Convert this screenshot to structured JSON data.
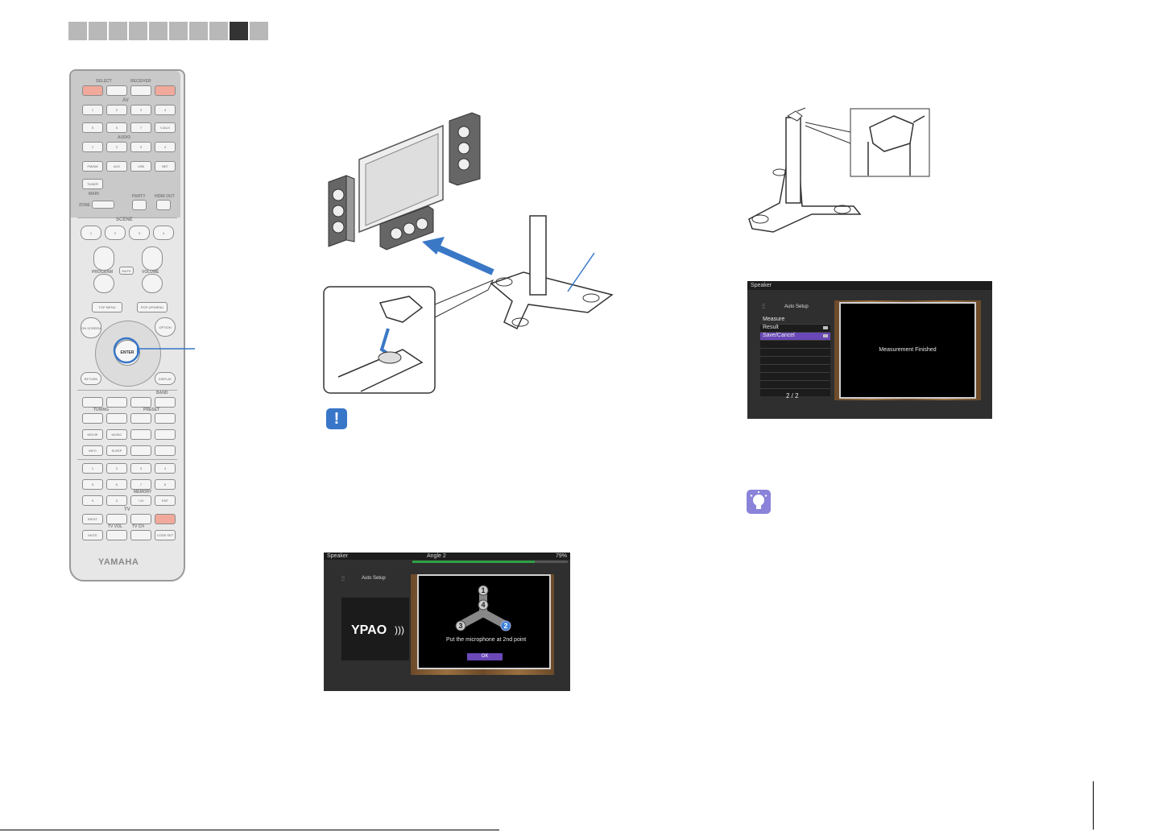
{
  "tabs": {
    "count": 10,
    "active_index": 8,
    "active_color": "#333333",
    "inactive_color": "#b8b8b8"
  },
  "remote": {
    "top_labels": [
      "SELECT",
      "RECEIVER"
    ],
    "av_label": "AV",
    "av_buttons": [
      "1",
      "2",
      "3",
      "4",
      "5",
      "6",
      "7",
      "V-AUX"
    ],
    "audio_label": "AUDIO",
    "audio_buttons": [
      "1",
      "2",
      "3",
      "4"
    ],
    "source_buttons": [
      "FM/AM",
      "AUX",
      "USB",
      "NET"
    ],
    "tuner_button": "TUNER",
    "zone_labels": [
      "MAIN",
      "ZONE",
      "PARTY",
      "HDMI OUT"
    ],
    "scene_label": "SCENE",
    "scene_buttons": [
      "1",
      "2",
      "3",
      "4"
    ],
    "program_label": "PROGRAM",
    "mute_label": "MUTE",
    "volume_label": "VOLUME",
    "menu_buttons": [
      "TOP MENU",
      "POP-UP/MENU"
    ],
    "on_screen": "ON SCREEN",
    "option": "OPTION",
    "enter": "ENTER",
    "return": "RETURN",
    "display": "DISPLAY",
    "band_label": "BAND",
    "tuning_label": "TUNING",
    "preset_label": "PRESET",
    "sound_buttons": [
      "MOVIE",
      "MUSIC",
      "INFO",
      "SLEEP"
    ],
    "num_buttons": [
      "1",
      "2",
      "3",
      "4",
      "5",
      "6",
      "7",
      "8",
      "9",
      "0",
      "+10",
      "ENT"
    ],
    "memory_label": "MEMORY",
    "tv_label": "TV",
    "tv_buttons": [
      "INPUT",
      "MUTE",
      "TV VOL",
      "TV CH",
      "CODE SET"
    ],
    "brand": "YAMAHA"
  },
  "screen1": {
    "header_left": "Speaker",
    "header_center": "Angle 2",
    "header_right": "79%",
    "progress": 0.79,
    "title": "Auto Setup",
    "logo": "YPAO",
    "point_numbers": [
      "1",
      "4",
      "3",
      "2"
    ],
    "instruction": "Put the microphone at 2nd point",
    "ok_button": "OK"
  },
  "screen2": {
    "header": "Speaker",
    "title": "Auto Setup",
    "menu_heading": "Measure",
    "menu_items": [
      "Result",
      "Save/Cancel"
    ],
    "selected_index": 1,
    "page_indicator": "2 / 2",
    "message": "Measurement Finished"
  },
  "colors": {
    "accent_blue": "#3776c8",
    "menu_purple": "#6a48b8",
    "progress_green": "#2ea043",
    "tip_purple": "#8a83d9"
  }
}
